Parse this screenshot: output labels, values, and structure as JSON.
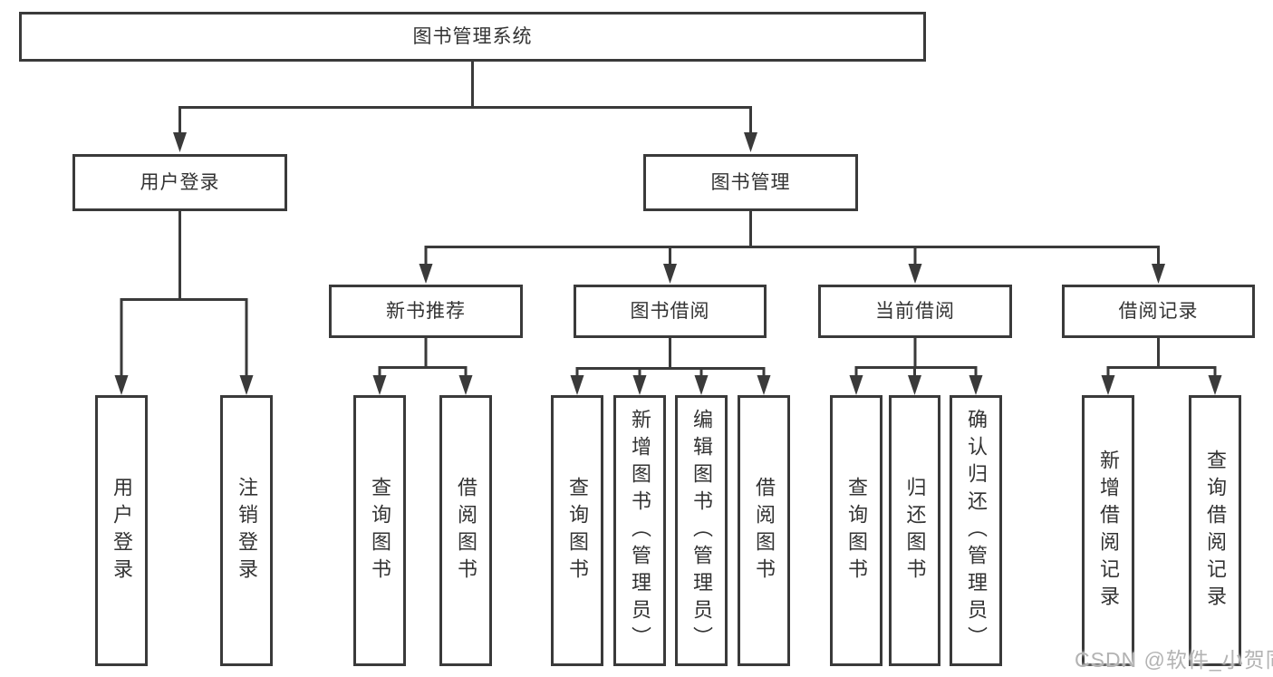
{
  "tree": {
    "label": "图书管理系统",
    "children": [
      {
        "label": "用户登录",
        "children": [
          {
            "label": "用户登录"
          },
          {
            "label": "注销登录"
          }
        ]
      },
      {
        "label": "图书管理",
        "children": [
          {
            "label": "新书推荐",
            "children": [
              {
                "label": "查询图书"
              },
              {
                "label": "借阅图书"
              }
            ]
          },
          {
            "label": "图书借阅",
            "children": [
              {
                "label": "查询图书"
              },
              {
                "label": "新增图书（管理员）"
              },
              {
                "label": "编辑图书（管理员）"
              },
              {
                "label": "借阅图书"
              }
            ]
          },
          {
            "label": "当前借阅",
            "children": [
              {
                "label": "查询图书"
              },
              {
                "label": "归还图书"
              },
              {
                "label": "确认归还（管理员）"
              }
            ]
          },
          {
            "label": "借阅记录",
            "children": [
              {
                "label": "新增借阅记录"
              },
              {
                "label": "查询借阅记录"
              }
            ]
          }
        ]
      }
    ]
  },
  "watermark": "CSDN @软件_小贺同学",
  "colors": {
    "line": "#3a3a3a",
    "box_border": "#3a3a3a",
    "text": "#333333",
    "watermark": "#b3b3b3",
    "background": "#ffffff"
  }
}
